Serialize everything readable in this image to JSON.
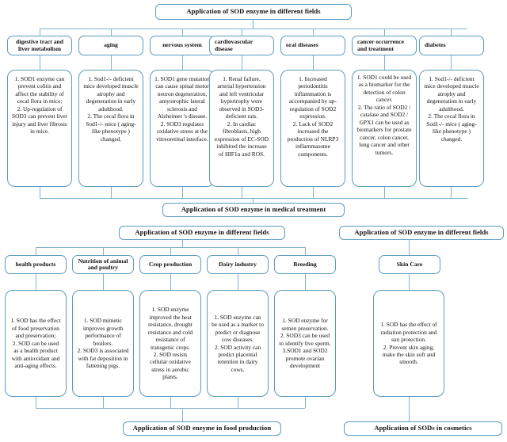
{
  "diagram": {
    "title_top": "Application of SOD enzyme in different fields",
    "title_medical": "Application of SOD enzyme in medical treatment",
    "title_mid_left": "Application of SOD enzyme in different fields",
    "title_mid_right": "Application of SOD enzyme in different fields",
    "title_food": "Application of SOD enzyme in food production",
    "title_cosmetics": "Application of SODs in cosmetics"
  },
  "medical": {
    "categories": [
      {
        "label": "digestive tract and liver metabolism"
      },
      {
        "label": "aging"
      },
      {
        "label": "nervous system"
      },
      {
        "label": "cardiovascular disease"
      },
      {
        "label": "oral diseases"
      },
      {
        "label": "cancer occurrence and treatment"
      },
      {
        "label": "diabetes"
      }
    ],
    "details": [
      {
        "text": "1. SOD1 enzyme can prevent colitis and affect the stability of cecal flora in mice;\n2. Up-regulation of SOD3 can prevent liver injury and liver fibrosis in mice."
      },
      {
        "text": "1. Sod1-/- deficient mice developed muscle atrophy and degeneration in early adulthood.\n2. The cecal flora in Sod1-/- mice ( aging-like phenotype ) changed."
      },
      {
        "text": "1. SOD1 gene mutation can cause spinal motor neuron degeneration, amyotrophic lateral sclerosis and Alzheimer 's disease.\n2. SOD3 regulates oxidative stress at the vitreoretinal interface."
      },
      {
        "text": "1. Renal failure, arterial hypertension and left ventricular hypertrophy were observed in SOD3-deficient rats.\n2. In cardiac fibroblasts, high expression of EC-SOD inhibited the increase of HIF1α and ROS."
      },
      {
        "text": "1. Increased periodontitis inflammation is accompanied by up-regulation of SOD2 expression.\n2. Lack of SOD2 increased the production of NLRP3 inflammasome components."
      },
      {
        "text": "1. SOD1 could be used as a biomarker for the detection of colon cancer.\n2. The ratio of SOD2 / catalase and SOD2 / GPX1 can be used as biomarkers for prostate cancer, colon cancer, lung cancer and other tumors."
      },
      {
        "text": "1. Sod1-/- deficient mice developed muscle atrophy and degeneration in early adulthood.\n2. The cecal flora in Sod1-/- mice ( aging-like phenotype ) changed."
      }
    ]
  },
  "food": {
    "categories": [
      {
        "label": "health products"
      },
      {
        "label": "Nutrition of animal and poultry"
      },
      {
        "label": "Crop production"
      },
      {
        "label": "Dairy industry"
      },
      {
        "label": "Breeding"
      }
    ],
    "details": [
      {
        "text": "1. SOD has the effect of food preservation and preservation;\n2. SOD can be used as a health product with antioxidant and anti-aging effects."
      },
      {
        "text": "1. SOD mimetic improves growth performance of broilers.\n2. SOD3 is associated with fat deposition in fattening pigs."
      },
      {
        "text": "1. SOD enzyme improved the heat resistance, drought resistance and cold resistance of transgenic crops.\n2. SOD resists cellular oxidative stress in aerobic plants."
      },
      {
        "text": "1. SOD enzyme can be used as a marker to predict or diagnose cow diseases.\n2. SOD activity can predict placental retention in dairy cows."
      },
      {
        "text": "1. SOD enzyme for semen preservation.\n2. SOD3 can be used to identify live sperm.\n3.SOD1 and SOD2 promote ovarian development"
      }
    ]
  },
  "cosmetics": {
    "categories": [
      {
        "label": "Skin Care"
      }
    ],
    "details": [
      {
        "text": "1. SOD has the effect of radiation protection and sun protection.\n2. Prevent skin aging, make the skin soft and smooth."
      }
    ]
  },
  "colors": {
    "border": "#5b9bbf",
    "line": "#7fb3cc",
    "text": "#111111",
    "background": "#ffffff"
  }
}
